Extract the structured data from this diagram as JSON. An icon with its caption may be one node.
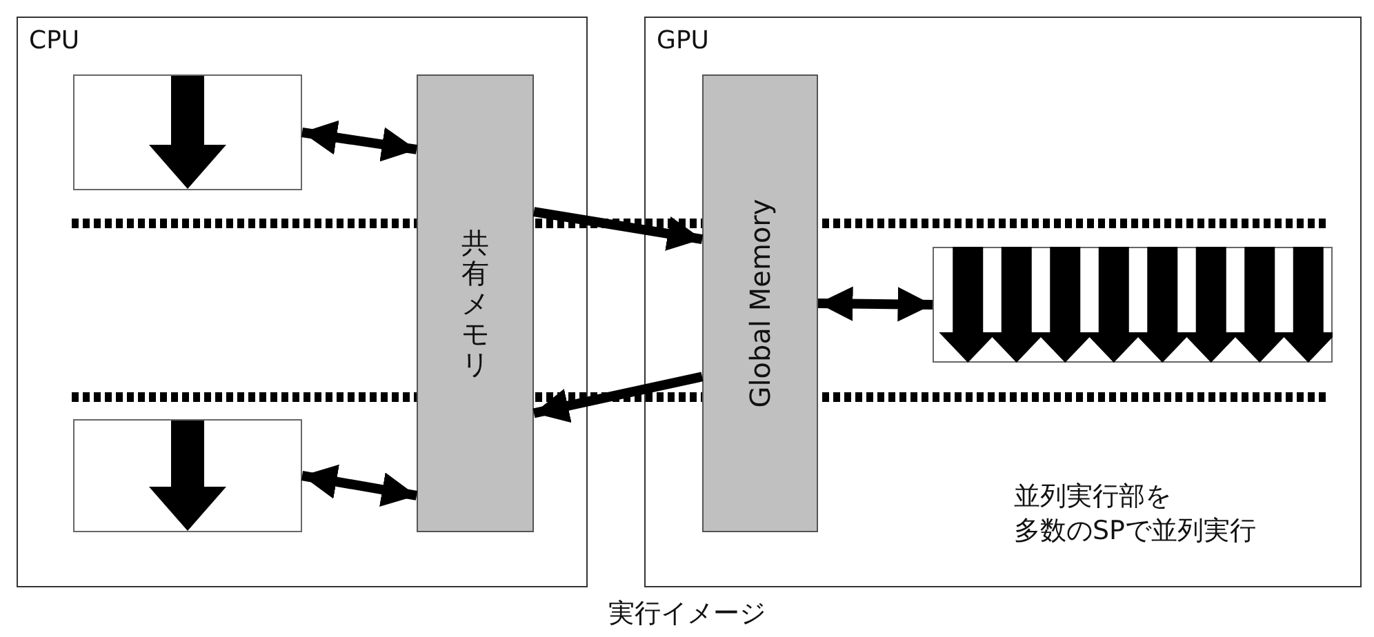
{
  "diagram": {
    "caption": "実行イメージ",
    "nodes": [
      {
        "text": [
          "CPU"
        ]
      },
      {
        "text": [
          "GPU"
        ]
      },
      {
        "text": [],
        "shape": "box",
        "in": 0
      },
      {
        "text": [],
        "shape": "box",
        "in": 0
      },
      {
        "text": [
          "共有メモリ"
        ],
        "in": 0
      },
      {
        "text": [
          "Global Memory"
        ],
        "in": 1
      },
      {
        "text": [],
        "shape": "box",
        "in": 1
      }
    ],
    "edges": [
      {
        "from": 2,
        "to": 4,
        "arrow": "both"
      },
      {
        "from": 3,
        "to": 4,
        "arrow": "both"
      },
      {
        "from": 4,
        "to": 5,
        "arrow": "to"
      },
      {
        "from": 5,
        "to": 4,
        "arrow": "to"
      },
      {
        "from": 5,
        "to": 6,
        "arrow": "both"
      }
    ],
    "labels": [
      "並列実行部を多数のSPで並列実行"
    ]
  }
}
